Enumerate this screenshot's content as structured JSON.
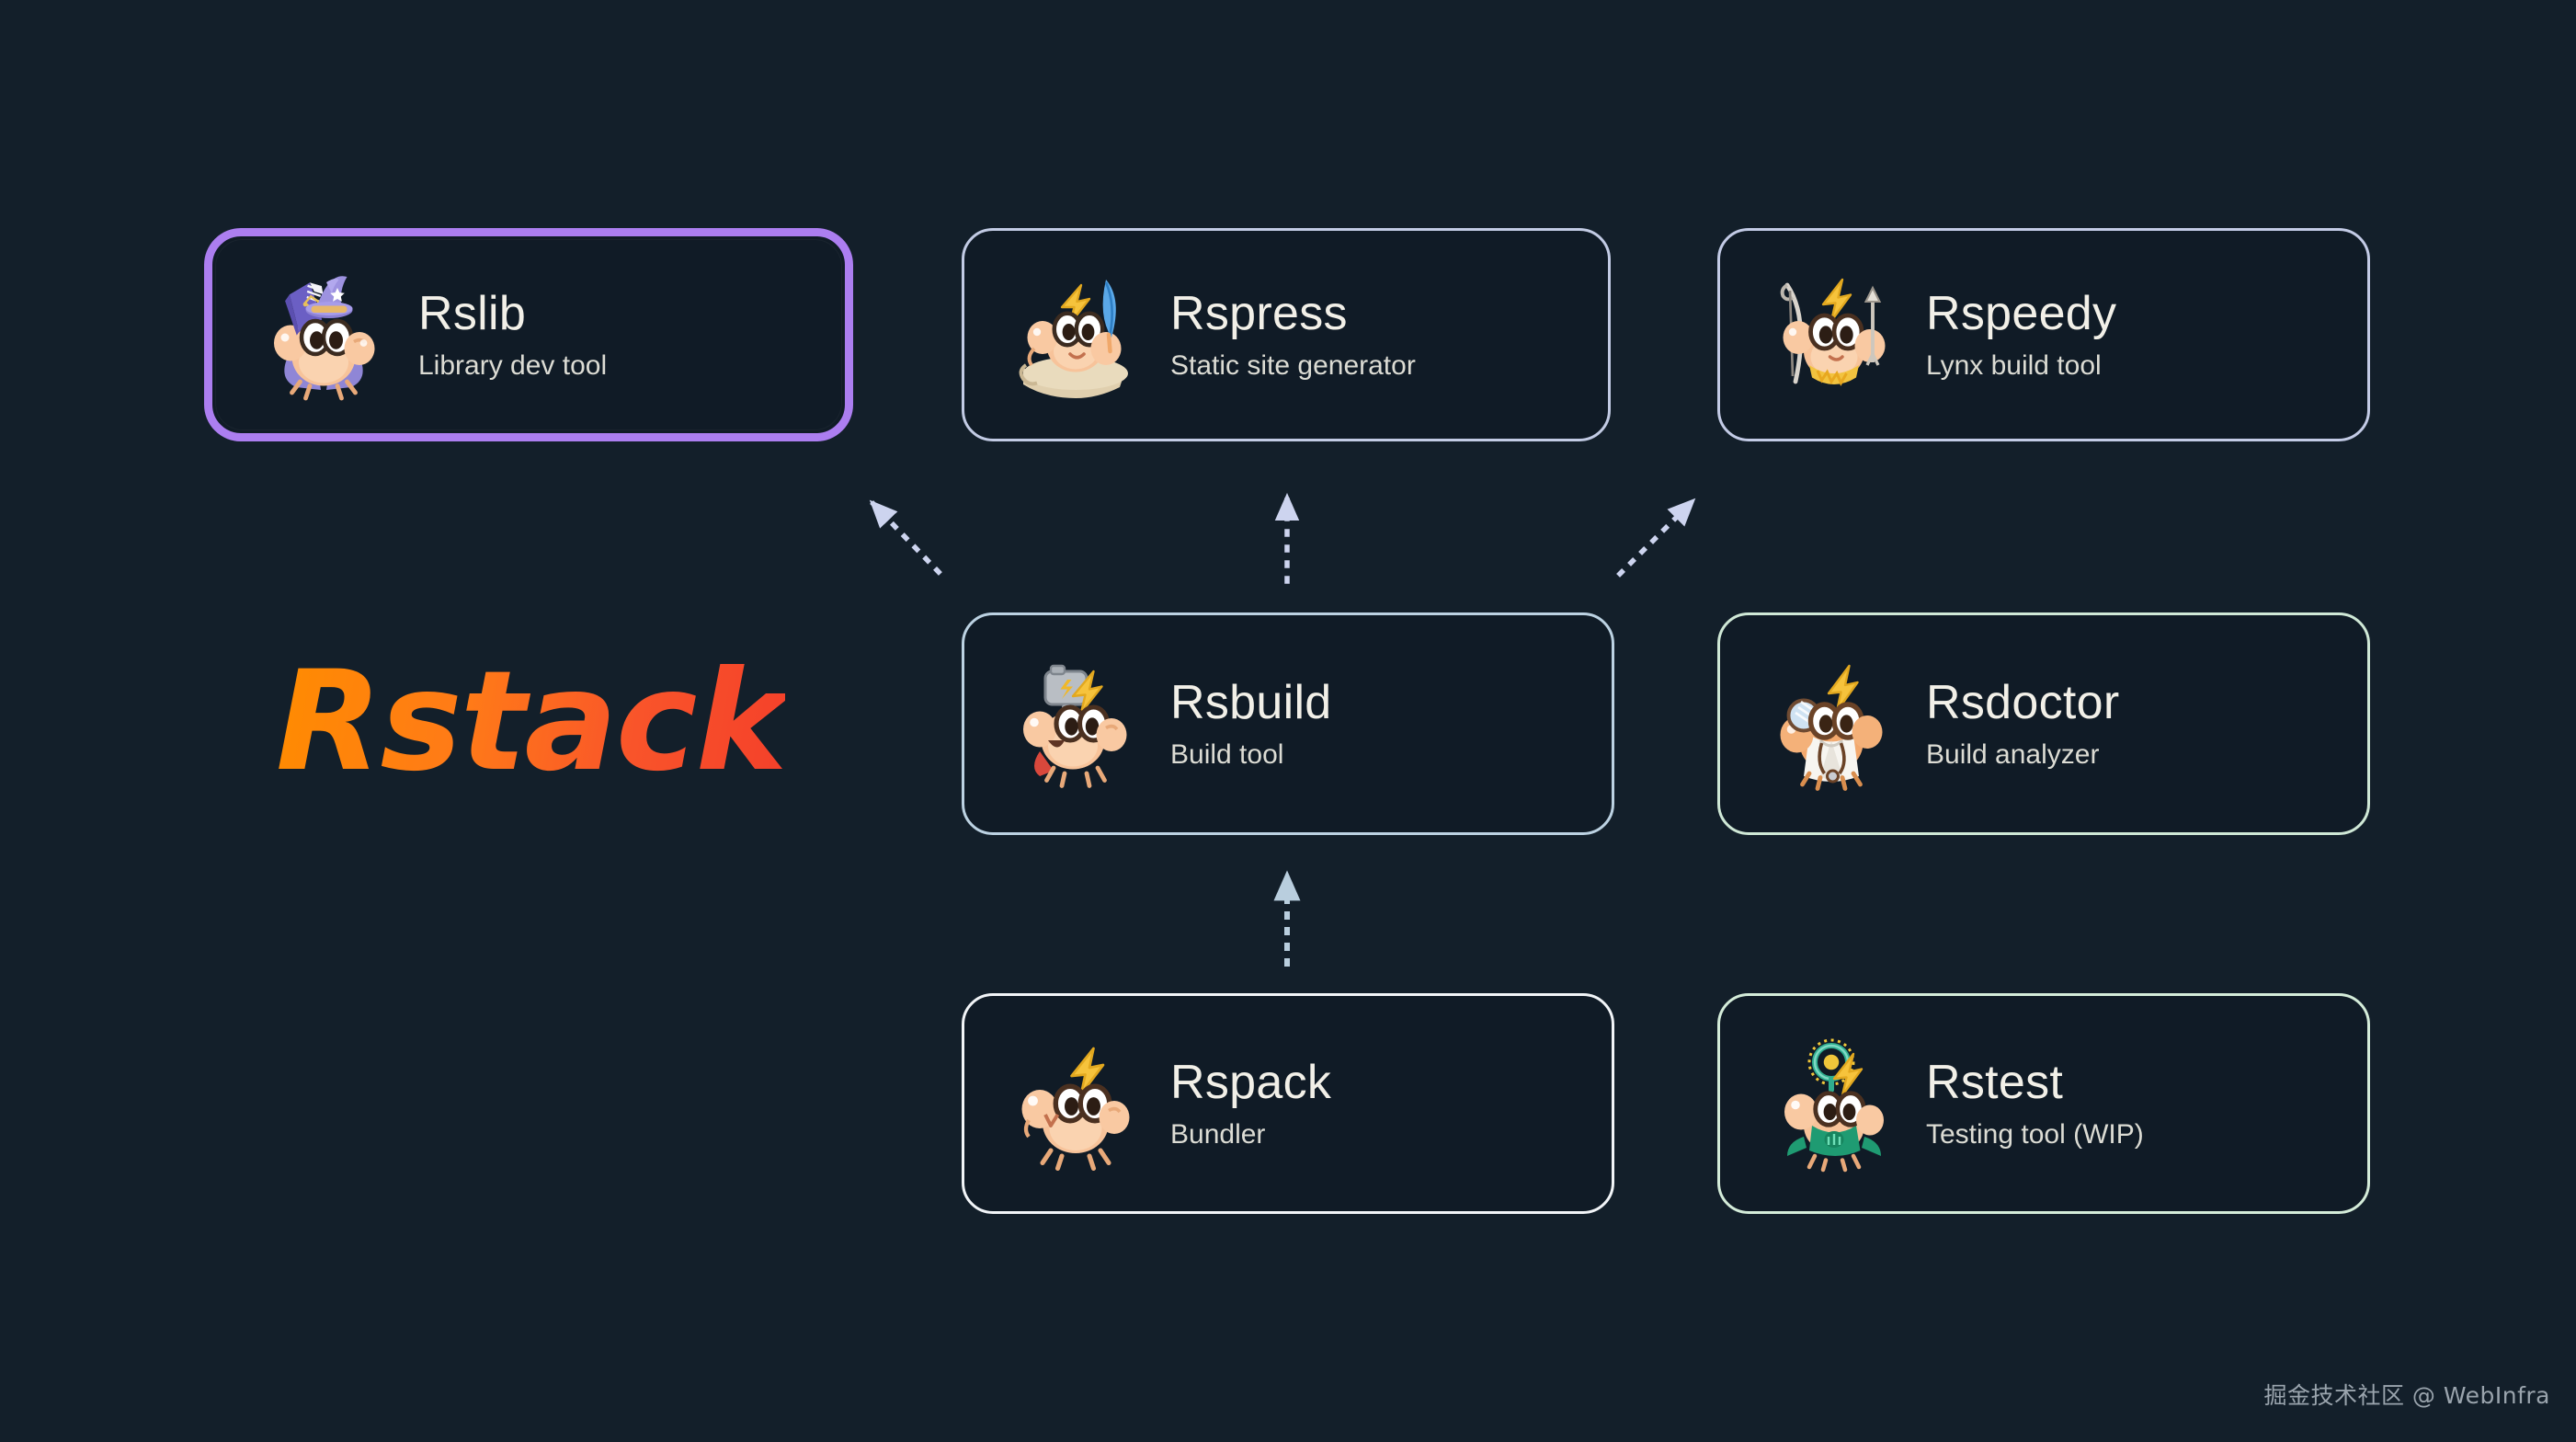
{
  "brand": {
    "wordmark": "Rstack",
    "gradient_from": "#ff8c00",
    "gradient_to": "#f4402a"
  },
  "theme": {
    "background": "#131f2a",
    "card_background": "#101b26",
    "highlight_border": "#ac7ef0",
    "default_border": "#c2cbe4",
    "title_color": "#f2f0e8",
    "subtitle_color": "#dcdcd4",
    "connector_color": "#cdd4ef",
    "connector_color_alt": "#b9cede"
  },
  "cards": [
    {
      "id": "rslib",
      "title": "Rslib",
      "subtitle": "Library dev tool",
      "icon": "crab-wizard-with-spellbook-icon",
      "highlighted": true,
      "border_color": "#ac7ef0"
    },
    {
      "id": "rspress",
      "title": "Rspress",
      "subtitle": "Static site generator",
      "icon": "crab-with-quill-and-scroll-icon",
      "highlighted": false,
      "border_color": "#c2cbe4"
    },
    {
      "id": "rspeedy",
      "title": "Rspeedy",
      "subtitle": "Lynx build tool",
      "icon": "crab-archer-with-bow-icon",
      "highlighted": false,
      "border_color": "#c3cbe6"
    },
    {
      "id": "rsbuild",
      "title": "Rsbuild",
      "subtitle": "Build tool",
      "icon": "crab-with-hammer-icon",
      "highlighted": false,
      "border_color": "#bcd2e2"
    },
    {
      "id": "rsdoctor",
      "title": "Rsdoctor",
      "subtitle": "Build analyzer",
      "icon": "crab-doctor-with-stethoscope-icon",
      "highlighted": false,
      "border_color": "#cfe8d6"
    },
    {
      "id": "rspack",
      "title": "Rspack",
      "subtitle": "Bundler",
      "icon": "crab-with-lightning-bolt-icon",
      "highlighted": false,
      "border_color": "#f2f5f8"
    },
    {
      "id": "rstest",
      "title": "Rstest",
      "subtitle": "Testing tool (WIP)",
      "icon": "crab-with-halo-ring-icon",
      "highlighted": false,
      "border_color": "#d4ecd9"
    }
  ],
  "connectors": [
    {
      "id": "rsbuild-to-rslib",
      "from": "rsbuild",
      "to": "rslib",
      "style": "dotted-arrow",
      "direction": "up-left"
    },
    {
      "id": "rsbuild-to-rspress",
      "from": "rsbuild",
      "to": "rspress",
      "style": "dotted-arrow",
      "direction": "up"
    },
    {
      "id": "rsbuild-to-rspeedy",
      "from": "rsbuild",
      "to": "rspeedy",
      "style": "dotted-arrow",
      "direction": "up-right"
    },
    {
      "id": "rspack-to-rsbuild",
      "from": "rspack",
      "to": "rsbuild",
      "style": "dotted-arrow",
      "direction": "up"
    }
  ],
  "watermark": {
    "text": "掘金技术社区 @ WebInfra"
  }
}
